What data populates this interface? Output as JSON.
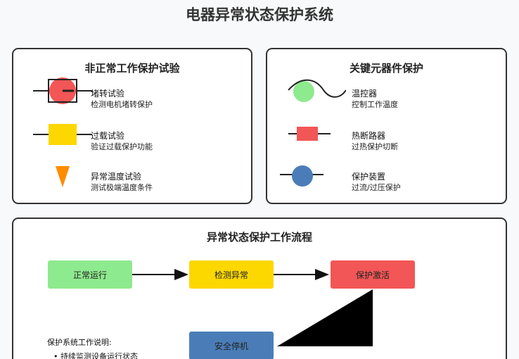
{
  "title": "电器异常状态保护系统",
  "left_panel": {
    "title": "非正常工作保护试验",
    "items": [
      {
        "title": "堵转试验",
        "desc": "检测电机堵转保护"
      },
      {
        "title": "过载试验",
        "desc": "验证过载保护功能"
      },
      {
        "title": "异常温度试验",
        "desc": "测试极端温度条件"
      }
    ]
  },
  "right_panel": {
    "title": "关键元器件保护",
    "items": [
      {
        "title": "温控器",
        "desc": "控制工作温度"
      },
      {
        "title": "热断路器",
        "desc": "过热保护切断"
      },
      {
        "title": "保护装置",
        "desc": "过流/过压保护"
      }
    ]
  },
  "flow_panel": {
    "title": "异常状态保护工作流程",
    "steps": [
      "正常运行",
      "检测异常",
      "保护激活",
      "安全停机"
    ],
    "notes_title": "保护系统工作说明:",
    "notes": [
      "持续监测设备运行状态"
    ]
  },
  "colors": {
    "red": "#f25656",
    "yellow": "#fdd700",
    "orange": "#ff8c00",
    "green": "#8eea8e",
    "blue": "#4a7db8",
    "border": "#333333"
  }
}
